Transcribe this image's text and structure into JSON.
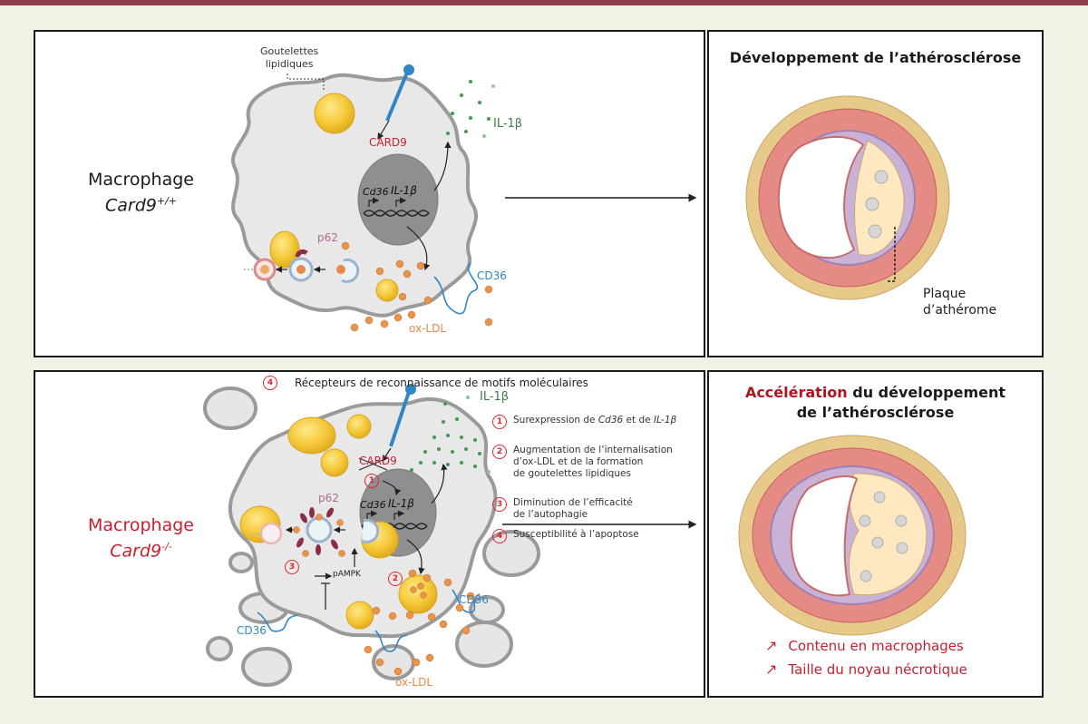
{
  "colors": {
    "frame_bar": "#8e3f4d",
    "background": "#eef3e6",
    "accent_red": "#c8202f",
    "cd36_blue": "#2f86c5",
    "il1b_green": "#3f7d4a",
    "oxldl_orange": "#e8884a",
    "p62_purple": "#b06b8e",
    "lipid_yellow": "#f5c93a"
  },
  "top_left": {
    "macrophage_label": "Macrophage",
    "genotype_label": "Card9",
    "genotype_sup": "+/+",
    "lipid_droplets_label_line1": "Goutelettes",
    "lipid_droplets_label_line2": "lipidiques",
    "card9_label": "CARD9",
    "il1b_label": "IL-1β",
    "gene1_label": "Cd36",
    "gene2_label": "IL-1β",
    "p62_label": "p62",
    "cd36_label": "CD36",
    "oxldl_label": "ox-LDL"
  },
  "top_right": {
    "title": "Développement de l’athérosclérose",
    "plaque_label_line1": "Plaque",
    "plaque_label_line2": "d’athérome"
  },
  "bottom_left": {
    "macrophage_label": "Macrophage",
    "genotype_label": "Card9",
    "genotype_sup": "-/-",
    "prr_number": "4",
    "prr_label": "Récepteurs de reconnaissance de motifs moléculaires",
    "card9_label": "CARD9",
    "il1b_label": "IL-1β",
    "gene1_label": "Cd36",
    "gene2_label": "IL-1β",
    "p62_label": "p62",
    "pampk_label": "pAMPK",
    "cd36_label_right": "CD36",
    "cd36_label_left": "CD36",
    "oxldl_label": "ox-LDL",
    "marker_1": "1",
    "marker_2": "2",
    "marker_3": "3",
    "legend": [
      {
        "num": "1",
        "text_before": "Surexpression de ",
        "gene_a": "Cd36",
        "text_mid": " et de ",
        "gene_b": "IL-1β"
      },
      {
        "num": "2",
        "line1": "Augmentation de l’internalisation",
        "line2": "d’ox-LDL et de la formation",
        "line3": "de goutelettes lipidiques"
      },
      {
        "num": "3",
        "line1": "Diminution de l’efficacité",
        "line2": "de l’autophagie"
      },
      {
        "num": "4",
        "line1": "Susceptibilité à l’apoptose"
      }
    ]
  },
  "bottom_right": {
    "title_highlight": "Accélération",
    "title_rest_line1": " du développement",
    "title_line2": "de l’athérosclérose",
    "outcomes": [
      {
        "icon": "arrow-up-right-icon",
        "text": "Contenu en macrophages"
      },
      {
        "icon": "arrow-up-right-icon",
        "text": "Taille du noyau nécrotique"
      }
    ]
  }
}
